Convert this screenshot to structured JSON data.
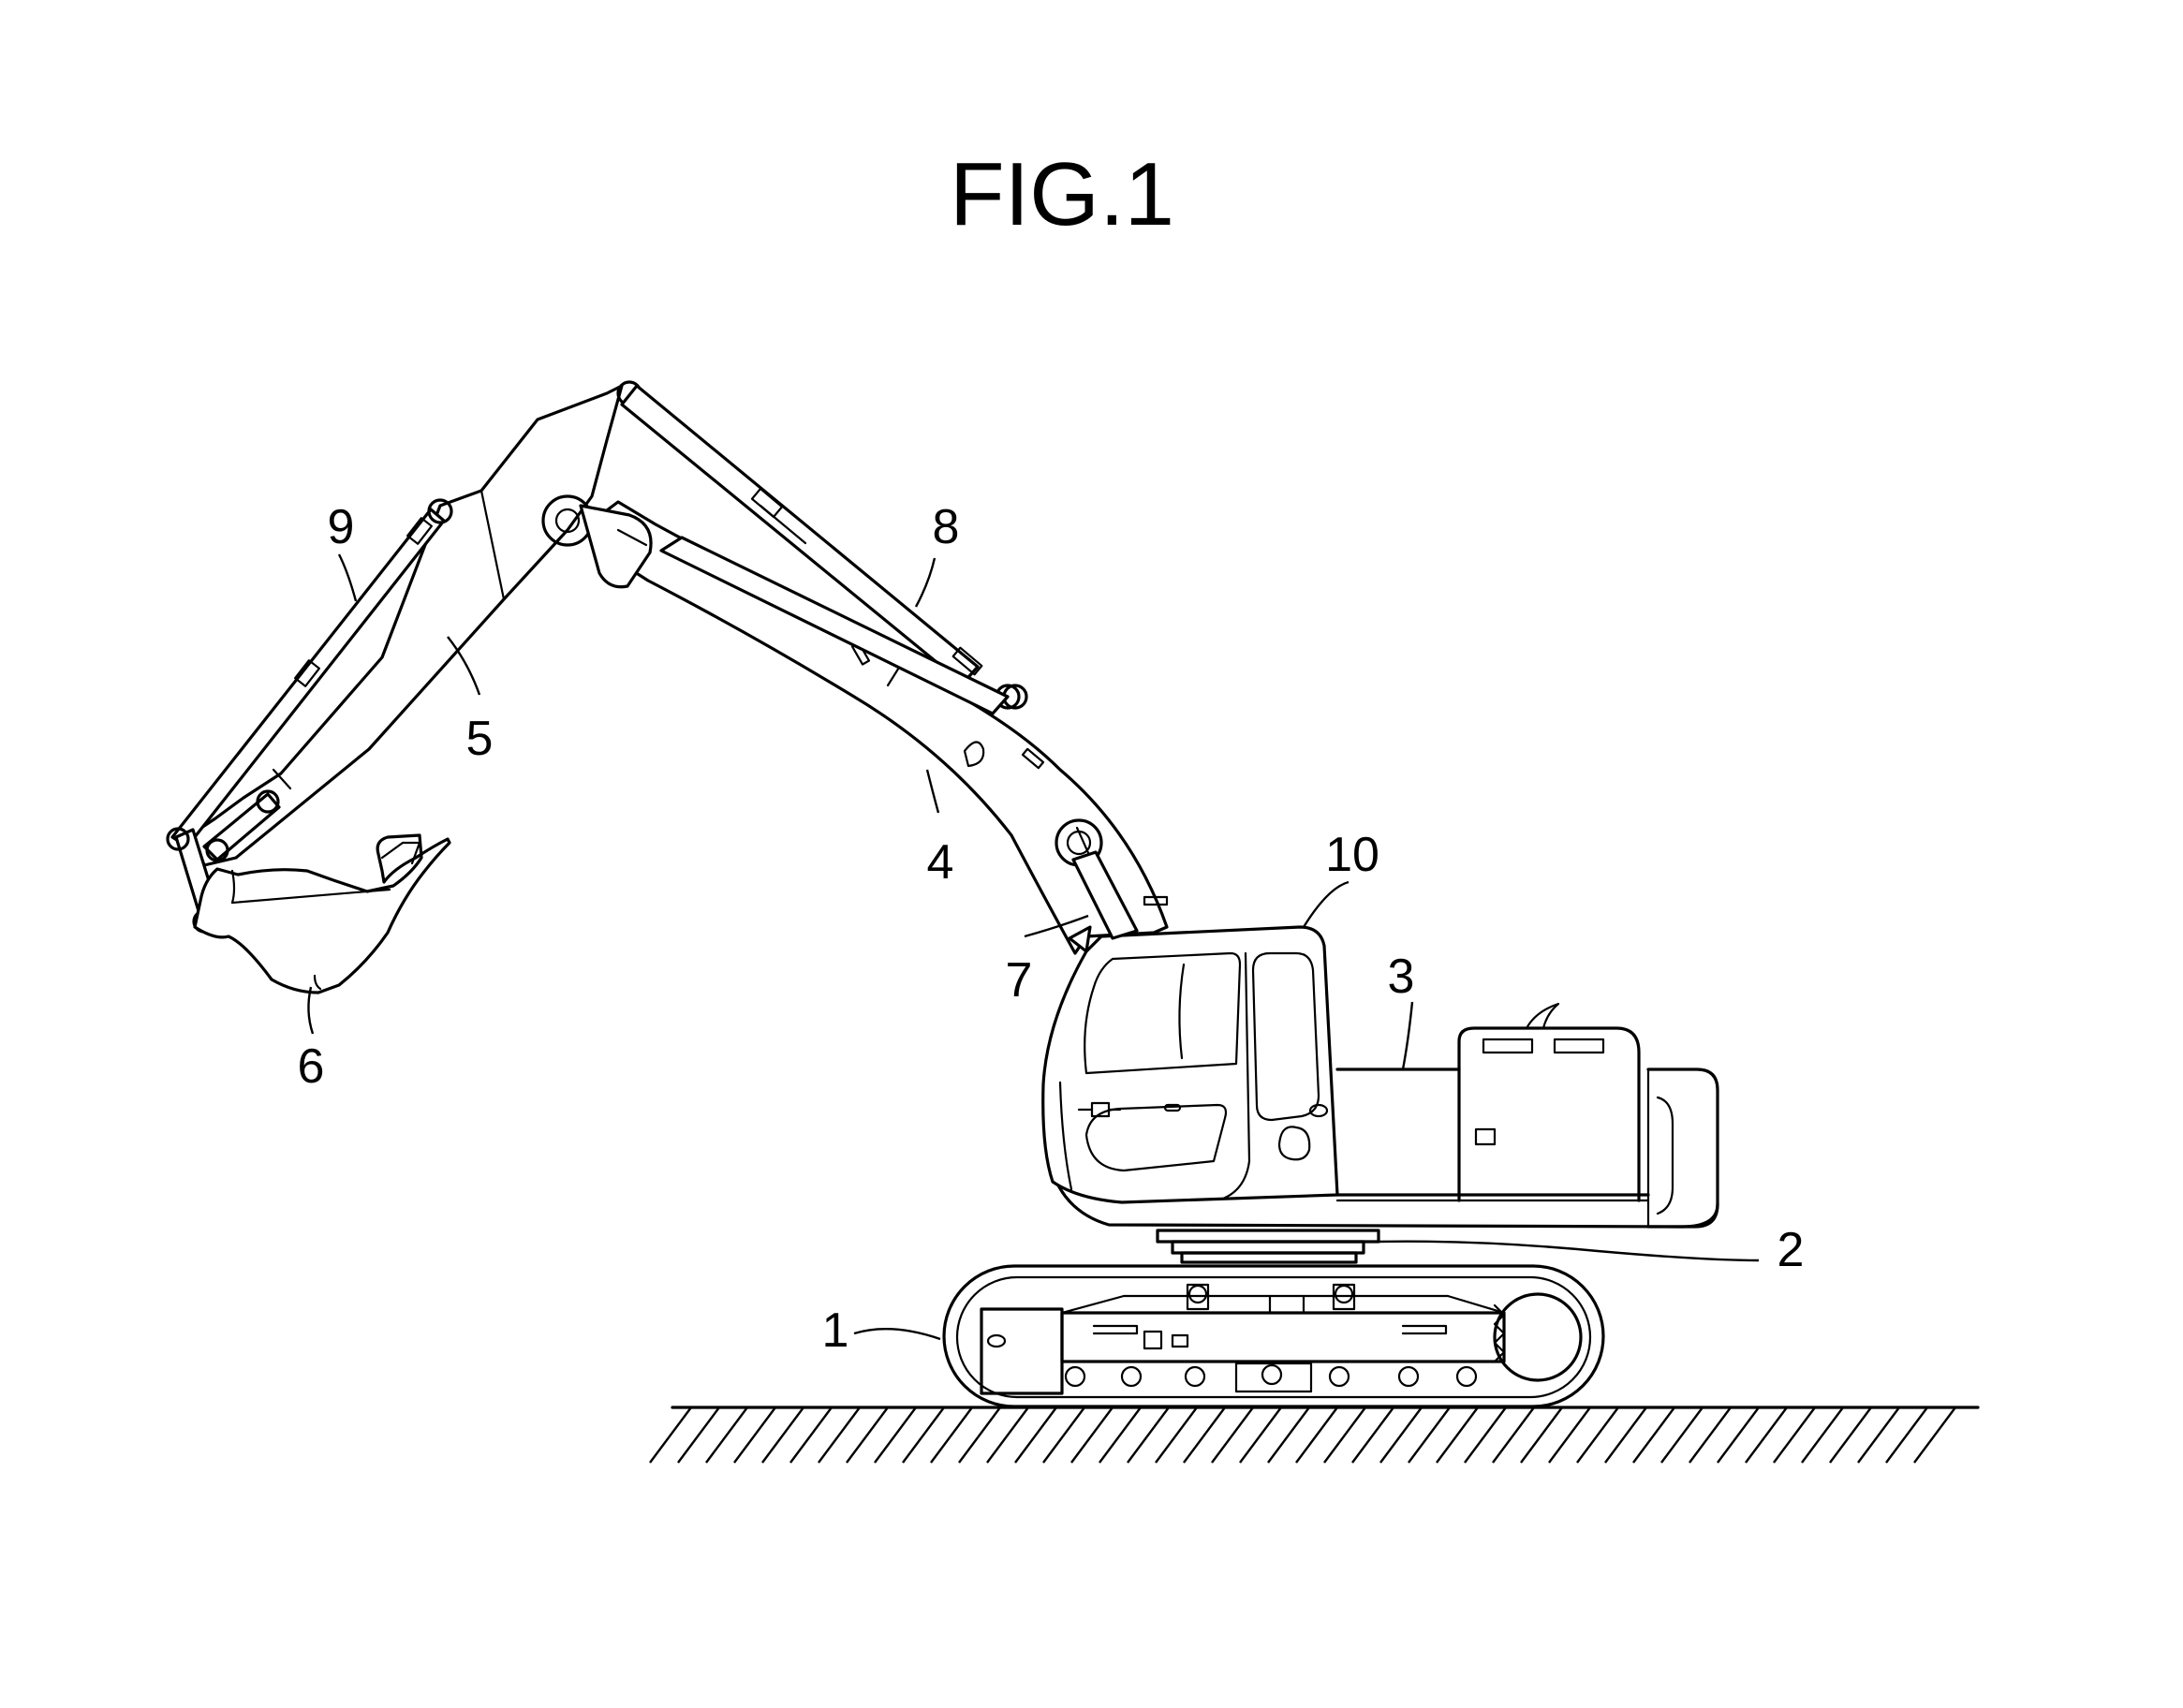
{
  "figure": {
    "title": "FIG.1"
  },
  "labels": {
    "undercarriage": "1",
    "swing_bearing": "2",
    "upper_structure": "3",
    "boom": "4",
    "arm": "5",
    "bucket": "6",
    "boom_cylinder": "7",
    "arm_cylinder": "8",
    "bucket_cylinder": "9",
    "cab": "10"
  }
}
